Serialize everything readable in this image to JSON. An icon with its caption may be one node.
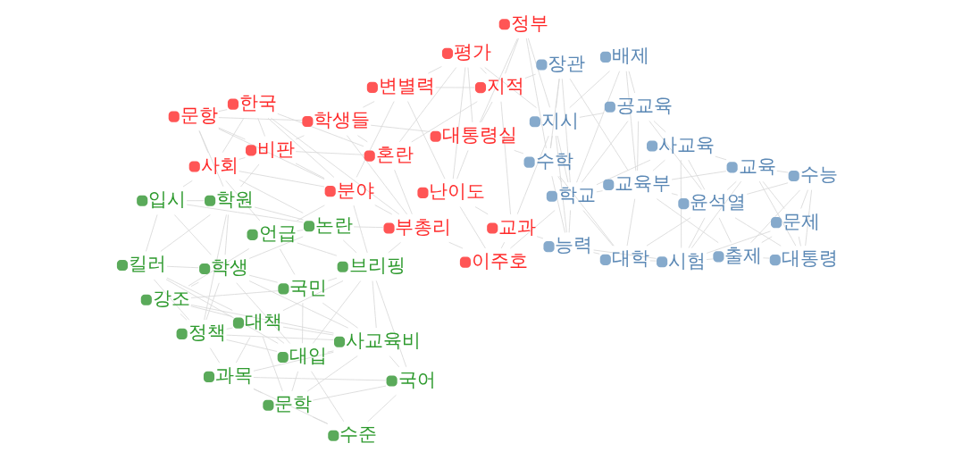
{
  "diagram": {
    "nodes": [
      {
        "text": [
          "학원"
        ]
      },
      {
        "text": [
          "입시"
        ]
      },
      {
        "text": [
          "킬러"
        ]
      },
      {
        "text": [
          "학생"
        ]
      },
      {
        "text": [
          "정책"
        ]
      },
      {
        "text": [
          "논란"
        ]
      },
      {
        "text": [
          "강조"
        ]
      },
      {
        "text": [
          "언급"
        ]
      },
      {
        "text": [
          "대책"
        ]
      },
      {
        "text": [
          "국민"
        ]
      },
      {
        "text": [
          "대입"
        ]
      },
      {
        "text": [
          "브리핑"
        ]
      },
      {
        "text": [
          "사교육비"
        ]
      },
      {
        "text": [
          "문학"
        ]
      },
      {
        "text": [
          "국어"
        ]
      },
      {
        "text": [
          "과목"
        ]
      },
      {
        "text": [
          "수준"
        ]
      },
      {
        "text": [
          "학생들"
        ]
      },
      {
        "text": [
          "변별력"
        ]
      },
      {
        "text": [
          "난이도"
        ]
      },
      {
        "text": [
          "문항"
        ]
      },
      {
        "text": [
          "평가"
        ]
      },
      {
        "text": [
          "대통령실"
        ]
      },
      {
        "text": [
          "비판"
        ]
      },
      {
        "text": [
          "혼란"
        ]
      },
      {
        "text": [
          "사회"
        ]
      },
      {
        "text": [
          "한국"
        ]
      },
      {
        "text": [
          "지적"
        ]
      },
      {
        "text": [
          "정부"
        ]
      },
      {
        "text": [
          "이주호"
        ]
      },
      {
        "text": [
          "교과"
        ]
      },
      {
        "text": [
          "부총리"
        ]
      },
      {
        "text": [
          "분야"
        ]
      },
      {
        "text": [
          "지시"
        ]
      },
      {
        "text": [
          "배제"
        ]
      },
      {
        "text": [
          "수학"
        ]
      },
      {
        "text": [
          "장관"
        ]
      },
      {
        "text": [
          "능력"
        ]
      },
      {
        "text": [
          "학교"
        ]
      },
      {
        "text": [
          "공교육"
        ]
      },
      {
        "text": [
          "교육부"
        ]
      },
      {
        "text": [
          "사교육"
        ]
      },
      {
        "text": [
          "대학"
        ]
      },
      {
        "text": [
          "윤석열"
        ]
      },
      {
        "text": [
          "출제"
        ]
      },
      {
        "text": [
          "시험"
        ]
      },
      {
        "text": [
          "교육"
        ]
      },
      {
        "text": [
          "대통령"
        ]
      },
      {
        "text": [
          "수능"
        ]
      },
      {
        "text": [
          "문제"
        ]
      }
    ],
    "edges": [
      {
        "from": 0,
        "to": 1,
        "arrow": "none"
      },
      {
        "from": 0,
        "to": 2,
        "arrow": "none"
      },
      {
        "from": 0,
        "to": 3,
        "arrow": "none"
      },
      {
        "from": 0,
        "to": 4,
        "arrow": "none"
      },
      {
        "from": 0,
        "to": 5,
        "arrow": "none"
      },
      {
        "from": 0,
        "to": 23,
        "arrow": "none"
      },
      {
        "from": 0,
        "to": 20,
        "arrow": "none"
      },
      {
        "from": 1,
        "to": 2,
        "arrow": "none"
      },
      {
        "from": 1,
        "to": 3,
        "arrow": "none"
      },
      {
        "from": 1,
        "to": 5,
        "arrow": "none"
      },
      {
        "from": 1,
        "to": 25,
        "arrow": "none"
      },
      {
        "from": 2,
        "to": 3,
        "arrow": "none"
      },
      {
        "from": 2,
        "to": 4,
        "arrow": "none"
      },
      {
        "from": 2,
        "to": 8,
        "arrow": "none"
      },
      {
        "from": 2,
        "to": 10,
        "arrow": "none"
      },
      {
        "from": 3,
        "to": 4,
        "arrow": "none"
      },
      {
        "from": 3,
        "to": 5,
        "arrow": "none"
      },
      {
        "from": 3,
        "to": 6,
        "arrow": "none"
      },
      {
        "from": 3,
        "to": 10,
        "arrow": "none"
      },
      {
        "from": 3,
        "to": 12,
        "arrow": "none"
      },
      {
        "from": 3,
        "to": 9,
        "arrow": "none"
      },
      {
        "from": 4,
        "to": 8,
        "arrow": "none"
      },
      {
        "from": 4,
        "to": 10,
        "arrow": "none"
      },
      {
        "from": 4,
        "to": 12,
        "arrow": "none"
      },
      {
        "from": 4,
        "to": 15,
        "arrow": "none"
      },
      {
        "from": 4,
        "to": 6,
        "arrow": "none"
      },
      {
        "from": 5,
        "to": 7,
        "arrow": "none"
      },
      {
        "from": 5,
        "to": 11,
        "arrow": "none"
      },
      {
        "from": 5,
        "to": 25,
        "arrow": "none"
      },
      {
        "from": 5,
        "to": 31,
        "arrow": "none"
      },
      {
        "from": 6,
        "to": 7,
        "arrow": "none"
      },
      {
        "from": 6,
        "to": 8,
        "arrow": "none"
      },
      {
        "from": 6,
        "to": 9,
        "arrow": "none"
      },
      {
        "from": 6,
        "to": 12,
        "arrow": "none"
      },
      {
        "from": 7,
        "to": 9,
        "arrow": "none"
      },
      {
        "from": 7,
        "to": 11,
        "arrow": "none"
      },
      {
        "from": 7,
        "to": 32,
        "arrow": "none"
      },
      {
        "from": 8,
        "to": 10,
        "arrow": "none"
      },
      {
        "from": 8,
        "to": 12,
        "arrow": "none"
      },
      {
        "from": 8,
        "to": 13,
        "arrow": "none"
      },
      {
        "from": 8,
        "to": 15,
        "arrow": "none"
      },
      {
        "from": 8,
        "to": 11,
        "arrow": "none"
      },
      {
        "from": 9,
        "to": 10,
        "arrow": "none"
      },
      {
        "from": 9,
        "to": 11,
        "arrow": "none"
      },
      {
        "from": 9,
        "to": 12,
        "arrow": "none"
      },
      {
        "from": 10,
        "to": 11,
        "arrow": "none"
      },
      {
        "from": 10,
        "to": 12,
        "arrow": "none"
      },
      {
        "from": 10,
        "to": 13,
        "arrow": "none"
      },
      {
        "from": 10,
        "to": 16,
        "arrow": "none"
      },
      {
        "from": 11,
        "to": 12,
        "arrow": "none"
      },
      {
        "from": 11,
        "to": 14,
        "arrow": "none"
      },
      {
        "from": 11,
        "to": 31,
        "arrow": "none"
      },
      {
        "from": 12,
        "to": 13,
        "arrow": "none"
      },
      {
        "from": 12,
        "to": 15,
        "arrow": "none"
      },
      {
        "from": 12,
        "to": 14,
        "arrow": "none"
      },
      {
        "from": 13,
        "to": 14,
        "arrow": "none"
      },
      {
        "from": 13,
        "to": 15,
        "arrow": "none"
      },
      {
        "from": 13,
        "to": 16,
        "arrow": "none"
      },
      {
        "from": 14,
        "to": 15,
        "arrow": "none"
      },
      {
        "from": 14,
        "to": 16,
        "arrow": "none"
      },
      {
        "from": 15,
        "to": 16,
        "arrow": "none"
      },
      {
        "from": 17,
        "to": 18,
        "arrow": "none"
      },
      {
        "from": 17,
        "to": 20,
        "arrow": "none"
      },
      {
        "from": 17,
        "to": 23,
        "arrow": "none"
      },
      {
        "from": 17,
        "to": 24,
        "arrow": "none"
      },
      {
        "from": 17,
        "to": 31,
        "arrow": "none"
      },
      {
        "from": 17,
        "to": 22,
        "arrow": "none"
      },
      {
        "from": 18,
        "to": 19,
        "arrow": "none"
      },
      {
        "from": 18,
        "to": 21,
        "arrow": "none"
      },
      {
        "from": 18,
        "to": 32,
        "arrow": "none"
      },
      {
        "from": 18,
        "to": 27,
        "arrow": "none"
      },
      {
        "from": 19,
        "to": 21,
        "arrow": "none"
      },
      {
        "from": 19,
        "to": 29,
        "arrow": "none"
      },
      {
        "from": 19,
        "to": 22,
        "arrow": "none"
      },
      {
        "from": 19,
        "to": 30,
        "arrow": "none"
      },
      {
        "from": 20,
        "to": 23,
        "arrow": "none"
      },
      {
        "from": 20,
        "to": 25,
        "arrow": "none"
      },
      {
        "from": 20,
        "to": 32,
        "arrow": "none"
      },
      {
        "from": 20,
        "to": 26,
        "arrow": "none"
      },
      {
        "from": 21,
        "to": 22,
        "arrow": "none"
      },
      {
        "from": 21,
        "to": 24,
        "arrow": "none"
      },
      {
        "from": 21,
        "to": 27,
        "arrow": "none"
      },
      {
        "from": 21,
        "to": 33,
        "arrow": "none"
      },
      {
        "from": 22,
        "to": 28,
        "arrow": "none"
      },
      {
        "from": 22,
        "to": 27,
        "arrow": "none"
      },
      {
        "from": 22,
        "to": 35,
        "arrow": "none"
      },
      {
        "from": 23,
        "to": 24,
        "arrow": "none"
      },
      {
        "from": 23,
        "to": 25,
        "arrow": "none"
      },
      {
        "from": 23,
        "to": 26,
        "arrow": "none"
      },
      {
        "from": 23,
        "to": 32,
        "arrow": "none"
      },
      {
        "from": 24,
        "to": 31,
        "arrow": "none"
      },
      {
        "from": 24,
        "to": 26,
        "arrow": "none"
      },
      {
        "from": 24,
        "to": 27,
        "arrow": "none"
      },
      {
        "from": 25,
        "to": 26,
        "arrow": "none"
      },
      {
        "from": 25,
        "to": 32,
        "arrow": "none"
      },
      {
        "from": 25,
        "to": 7,
        "arrow": "none"
      },
      {
        "from": 26,
        "to": 32,
        "arrow": "none"
      },
      {
        "from": 26,
        "to": 31,
        "arrow": "none"
      },
      {
        "from": 27,
        "to": 28,
        "arrow": "none"
      },
      {
        "from": 27,
        "to": 30,
        "arrow": "none"
      },
      {
        "from": 27,
        "to": 36,
        "arrow": "none"
      },
      {
        "from": 28,
        "to": 33,
        "arrow": "none"
      },
      {
        "from": 28,
        "to": 35,
        "arrow": "none"
      },
      {
        "from": 29,
        "to": 30,
        "arrow": "none"
      },
      {
        "from": 29,
        "to": 31,
        "arrow": "none"
      },
      {
        "from": 29,
        "to": 38,
        "arrow": "none"
      },
      {
        "from": 30,
        "to": 33,
        "arrow": "none"
      },
      {
        "from": 30,
        "to": 37,
        "arrow": "none"
      },
      {
        "from": 31,
        "to": 32,
        "arrow": "none"
      },
      {
        "from": 32,
        "to": 11,
        "arrow": "none"
      },
      {
        "from": 33,
        "to": 34,
        "arrow": "none"
      },
      {
        "from": 33,
        "to": 35,
        "arrow": "none"
      },
      {
        "from": 33,
        "to": 36,
        "arrow": "none"
      },
      {
        "from": 33,
        "to": 37,
        "arrow": "none"
      },
      {
        "from": 33,
        "to": 38,
        "arrow": "none"
      },
      {
        "from": 33,
        "to": 39,
        "arrow": "none"
      },
      {
        "from": 34,
        "to": 38,
        "arrow": "none"
      },
      {
        "from": 34,
        "to": 39,
        "arrow": "none"
      },
      {
        "from": 34,
        "to": 40,
        "arrow": "none"
      },
      {
        "from": 35,
        "to": 36,
        "arrow": "none"
      },
      {
        "from": 35,
        "to": 37,
        "arrow": "none"
      },
      {
        "from": 35,
        "to": 38,
        "arrow": "none"
      },
      {
        "from": 35,
        "to": 42,
        "arrow": "none"
      },
      {
        "from": 36,
        "to": 38,
        "arrow": "none"
      },
      {
        "from": 36,
        "to": 40,
        "arrow": "none"
      },
      {
        "from": 37,
        "to": 38,
        "arrow": "none"
      },
      {
        "from": 37,
        "to": 42,
        "arrow": "none"
      },
      {
        "from": 37,
        "to": 45,
        "arrow": "none"
      },
      {
        "from": 38,
        "to": 39,
        "arrow": "none"
      },
      {
        "from": 38,
        "to": 40,
        "arrow": "none"
      },
      {
        "from": 38,
        "to": 42,
        "arrow": "none"
      },
      {
        "from": 38,
        "to": 41,
        "arrow": "none"
      },
      {
        "from": 39,
        "to": 40,
        "arrow": "none"
      },
      {
        "from": 39,
        "to": 41,
        "arrow": "none"
      },
      {
        "from": 39,
        "to": 43,
        "arrow": "none"
      },
      {
        "from": 40,
        "to": 41,
        "arrow": "none"
      },
      {
        "from": 40,
        "to": 42,
        "arrow": "none"
      },
      {
        "from": 40,
        "to": 43,
        "arrow": "none"
      },
      {
        "from": 40,
        "to": 44,
        "arrow": "none"
      },
      {
        "from": 40,
        "to": 46,
        "arrow": "none"
      },
      {
        "from": 41,
        "to": 43,
        "arrow": "none"
      },
      {
        "from": 41,
        "to": 45,
        "arrow": "none"
      },
      {
        "from": 41,
        "to": 46,
        "arrow": "none"
      },
      {
        "from": 42,
        "to": 43,
        "arrow": "none"
      },
      {
        "from": 42,
        "to": 45,
        "arrow": "none"
      },
      {
        "from": 43,
        "to": 44,
        "arrow": "none"
      },
      {
        "from": 43,
        "to": 45,
        "arrow": "none"
      },
      {
        "from": 43,
        "to": 46,
        "arrow": "none"
      },
      {
        "from": 43,
        "to": 47,
        "arrow": "none"
      },
      {
        "from": 43,
        "to": 48,
        "arrow": "none"
      },
      {
        "from": 44,
        "to": 45,
        "arrow": "none"
      },
      {
        "from": 44,
        "to": 47,
        "arrow": "none"
      },
      {
        "from": 44,
        "to": 48,
        "arrow": "none"
      },
      {
        "from": 44,
        "to": 49,
        "arrow": "none"
      },
      {
        "from": 45,
        "to": 46,
        "arrow": "none"
      },
      {
        "from": 45,
        "to": 49,
        "arrow": "none"
      },
      {
        "from": 46,
        "to": 47,
        "arrow": "none"
      },
      {
        "from": 46,
        "to": 49,
        "arrow": "none"
      },
      {
        "from": 46,
        "to": 48,
        "arrow": "none"
      },
      {
        "from": 47,
        "to": 48,
        "arrow": "none"
      },
      {
        "from": 47,
        "to": 49,
        "arrow": "none"
      },
      {
        "from": 48,
        "to": 49,
        "arrow": "none"
      }
    ]
  }
}
